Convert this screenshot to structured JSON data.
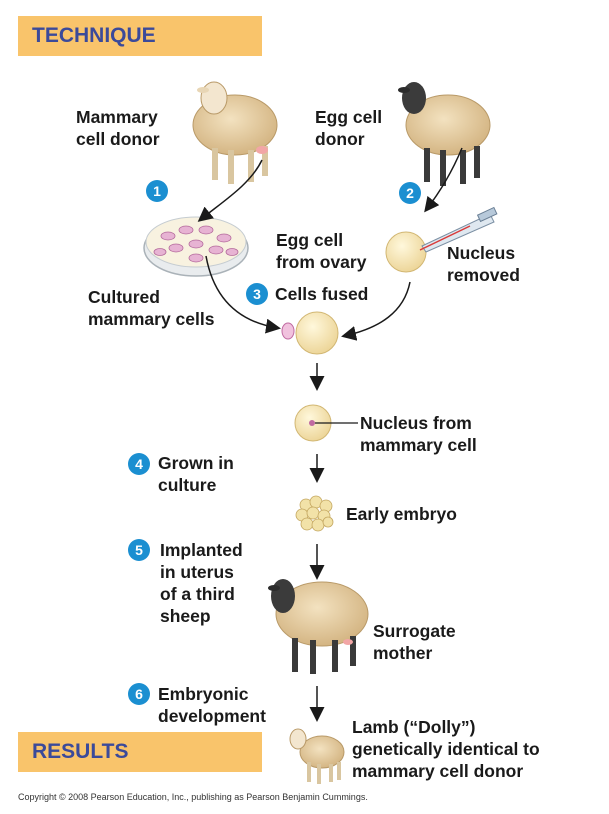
{
  "header": {
    "technique": "TECHNIQUE",
    "results": "RESULTS"
  },
  "labels": {
    "mammary_donor": [
      "Mammary",
      "cell donor"
    ],
    "egg_donor": [
      "Egg cell",
      "donor"
    ],
    "egg_from_ovary": [
      "Egg cell",
      "from ovary"
    ],
    "nucleus_removed": [
      "Nucleus",
      "removed"
    ],
    "cultured": [
      "Cultured",
      "mammary cells"
    ],
    "cells_fused": "Cells fused",
    "nucleus_from": [
      "Nucleus from",
      "mammary cell"
    ],
    "grown": [
      "Grown in",
      "culture"
    ],
    "early_embryo": "Early embryo",
    "implanted": [
      "Implanted",
      "in uterus",
      "of a third",
      "sheep"
    ],
    "surrogate": [
      "Surrogate",
      "mother"
    ],
    "embryonic": [
      "Embryonic",
      "development"
    ],
    "lamb": [
      "Lamb (“Dolly”)",
      "genetically identical to",
      "mammary cell donor"
    ]
  },
  "steps": [
    "1",
    "2",
    "3",
    "4",
    "5",
    "6"
  ],
  "copyright": "Copyright © 2008 Pearson Education, Inc., publishing as Pearson Benjamin Cummings.",
  "colors": {
    "banner": "#f9c46b",
    "banner_text": "#3b4a9a",
    "step_badge": "#1b8fd1",
    "wool": "#e6cfa3",
    "egg": "#f4e3b0"
  }
}
